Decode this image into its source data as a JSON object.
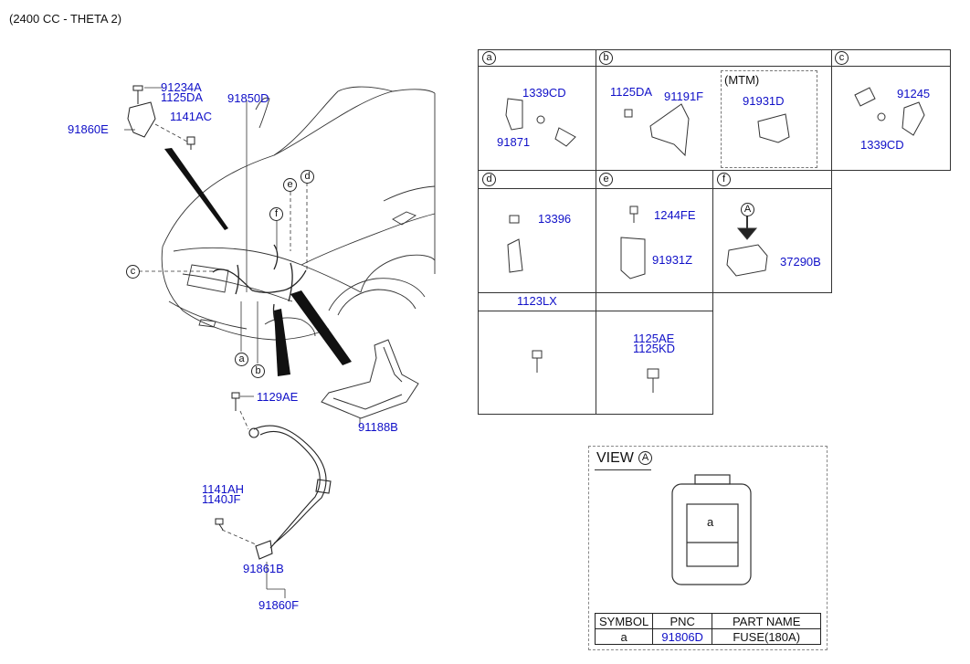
{
  "header": {
    "engine_label": "(2400 CC - THETA 2)"
  },
  "main_parts": {
    "p91234A": "91234A",
    "p1125DA_top": "1125DA",
    "p91860E": "91860E",
    "p1141AC": "1141AC",
    "p91850D": "91850D",
    "p1129AE": "1129AE",
    "p91188B": "91188B",
    "p1141AH": "1141AH",
    "p1140JF": "1140JF",
    "p91861B": "91861B",
    "p91860F": "91860F"
  },
  "callout_letters": {
    "a": "a",
    "b": "b",
    "c": "c",
    "d": "d",
    "e": "e",
    "f": "f",
    "A": "A"
  },
  "detail_grid": {
    "cell_a": {
      "p1339CD": "1339CD",
      "p91871": "91871"
    },
    "cell_b": {
      "p1125DA": "1125DA",
      "p91191F": "91191F",
      "mtm_label": "(MTM)",
      "p91931D": "91931D"
    },
    "cell_c": {
      "p91245": "91245",
      "p1339CD": "1339CD"
    },
    "cell_d": {
      "p13396": "13396"
    },
    "cell_e": {
      "p1244FE": "1244FE",
      "p91931Z": "91931Z"
    },
    "cell_f": {
      "p37290B": "37290B"
    },
    "cell_g": {
      "header": "1123LX"
    },
    "cell_h": {
      "p1125AE": "1125AE",
      "p1125KD": "1125KD"
    }
  },
  "view_a": {
    "title": "VIEW",
    "fuse_label": "a",
    "table": {
      "headers": [
        "SYMBOL",
        "PNC",
        "PART NAME"
      ],
      "row": [
        "a",
        "91806D",
        "FUSE(180A)"
      ]
    }
  }
}
